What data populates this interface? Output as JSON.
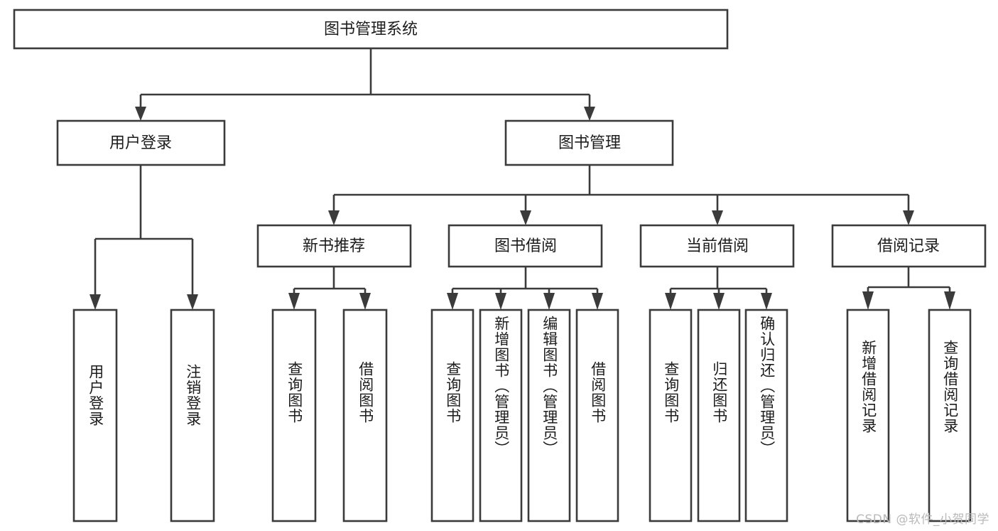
{
  "diagram": {
    "title": "图书管理系统",
    "type": "tree-hierarchy-functional-decomposition",
    "root": {
      "label": "图书管理系统",
      "id": "root-system"
    },
    "level2": [
      {
        "id": "user-login",
        "label": "用户登录"
      },
      {
        "id": "book-management",
        "label": "图书管理"
      }
    ],
    "level3": [
      {
        "id": "new-book-recommend",
        "label": "新书推荐",
        "parent": "book-management"
      },
      {
        "id": "book-borrow",
        "label": "图书借阅",
        "parent": "book-management"
      },
      {
        "id": "current-borrow",
        "label": "当前借阅",
        "parent": "book-management"
      },
      {
        "id": "borrow-record",
        "label": "借阅记录",
        "parent": "book-management"
      }
    ],
    "leaves": {
      "user-login": [
        {
          "id": "leaf-user-login",
          "label": "用户登录"
        },
        {
          "id": "leaf-logout-login",
          "label": "注销登录"
        }
      ],
      "new-book-recommend": [
        {
          "id": "leaf-query-book-1",
          "label": "查询图书"
        },
        {
          "id": "leaf-borrow-book-1",
          "label": "借阅图书"
        }
      ],
      "book-borrow": [
        {
          "id": "leaf-query-book-2",
          "label": "查询图书"
        },
        {
          "id": "leaf-add-book-admin",
          "label": "新增图书（管理员）"
        },
        {
          "id": "leaf-edit-book-admin",
          "label": "编辑图书（管理员）"
        },
        {
          "id": "leaf-borrow-book-2",
          "label": "借阅图书"
        }
      ],
      "current-borrow": [
        {
          "id": "leaf-query-book-3",
          "label": "查询图书"
        },
        {
          "id": "leaf-return-book",
          "label": "归还图书"
        },
        {
          "id": "leaf-confirm-return-admin",
          "label": "确认归还（管理员）"
        }
      ],
      "borrow-record": [
        {
          "id": "leaf-add-borrow-record",
          "label": "新增借阅记录"
        },
        {
          "id": "leaf-query-borrow-record",
          "label": "查询借阅记录"
        }
      ]
    }
  },
  "watermark": {
    "text": "CSDN @软件_小贺同学"
  },
  "colors": {
    "stroke": "#3b3b3b",
    "fill": "#ffffff",
    "text": "#1c1c1c",
    "watermark": "#b9b9b9"
  }
}
